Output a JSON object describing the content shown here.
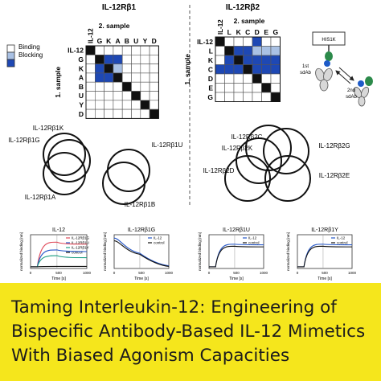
{
  "matrix_legend": {
    "items": [
      {
        "label": "Binding",
        "color": "#ffffff"
      },
      {
        "label": "Blocking",
        "color": "#a9c1e4"
      },
      {
        "label": "",
        "color": "#1e48b4"
      }
    ]
  },
  "beta1_matrix": {
    "title": "IL-12Rβ1",
    "col_axis_title": "2. sample",
    "row_axis_title": "1. sample",
    "corner_label": "IL-12",
    "columns": [
      "G",
      "K",
      "A",
      "B",
      "U",
      "Y",
      "D"
    ],
    "rows": [
      "IL-12",
      "G",
      "K",
      "A",
      "B",
      "U",
      "Y",
      "D"
    ],
    "cells": [
      [
        "",
        "",
        "",
        "",
        "",
        "",
        "",
        ""
      ],
      [
        "",
        "",
        "dark",
        "dark",
        "",
        "",
        "",
        ""
      ],
      [
        "",
        "dark",
        "",
        "light",
        "",
        "",
        "",
        ""
      ],
      [
        "",
        "dark",
        "dark",
        "",
        "",
        "",
        "",
        ""
      ],
      [
        "",
        "",
        "",
        "",
        "",
        "",
        "",
        ""
      ],
      [
        "",
        "",
        "",
        "",
        "",
        "",
        "",
        ""
      ],
      [
        "",
        "",
        "",
        "",
        "",
        "",
        "",
        ""
      ],
      [
        "",
        "",
        "",
        "",
        "",
        "",
        "",
        ""
      ]
    ]
  },
  "beta2_matrix": {
    "title": "IL-12Rβ2",
    "col_axis_title": "2. sample",
    "row_axis_title": "1. sample",
    "corner_label": "IL-12",
    "columns": [
      "L",
      "K",
      "C",
      "D",
      "E",
      "G"
    ],
    "rows": [
      "IL-12",
      "L",
      "K",
      "C",
      "D",
      "E",
      "G"
    ],
    "cells": [
      [
        "",
        "",
        "",
        "",
        "dark",
        "",
        ""
      ],
      [
        "",
        "",
        "dark",
        "dark",
        "light",
        "light",
        "light"
      ],
      [
        "",
        "dark",
        "",
        "dark",
        "dark",
        "dark",
        "dark"
      ],
      [
        "dark",
        "dark",
        "dark",
        "",
        "dark",
        "dark",
        "dark"
      ],
      [
        "",
        "",
        "",
        "",
        "",
        "",
        ""
      ],
      [
        "",
        "",
        "",
        "",
        "",
        "",
        ""
      ],
      [
        "",
        "",
        "",
        "",
        "",
        "",
        ""
      ]
    ]
  },
  "schematic": {
    "chip_label": "HIS1K",
    "first_label": "1st\nsdAb",
    "second_label": "2nd\nsdAb"
  },
  "beta1_venn": {
    "labels": [
      "IL-12Rβ1K",
      "IL-12Rβ1G",
      "IL-12Rβ1A",
      "IL-12Rβ1U",
      "IL-12Rβ1B"
    ]
  },
  "beta2_venn": {
    "labels": [
      "IL-12Rβ2C",
      "IL-12Rβ2K",
      "IL-12Rβ2D",
      "IL-12Rβ2G",
      "IL-12Rβ2E"
    ]
  },
  "sensorgrams": [
    {
      "title": "IL-12",
      "ylabel": "normalized binding [nm]",
      "xlabel": "Time [s]",
      "xticks": [
        "0",
        "500",
        "1000"
      ],
      "legend": [
        "IL-12Rβ1G",
        "IL-12Rβ1U",
        "IL-12Rβ1Y",
        "control"
      ],
      "legend_colors": [
        "#e04a5a",
        "#2456c8",
        "#1fa084",
        "#111111"
      ]
    },
    {
      "title": "IL-12Rβ1G",
      "ylabel": "normalized binding [nm]",
      "xlabel": "Time [s]",
      "xticks": [
        "0",
        "500",
        "1000"
      ],
      "legend": [
        "IL-12",
        "control"
      ],
      "legend_colors": [
        "#2456c8",
        "#111111"
      ]
    },
    {
      "title": "IL-12Rβ1U",
      "ylabel": "normalized binding [nm]",
      "xlabel": "Time [s]",
      "xticks": [
        "0",
        "500",
        "1000"
      ],
      "legend": [
        "IL-12",
        "control"
      ],
      "legend_colors": [
        "#2456c8",
        "#111111"
      ]
    },
    {
      "title": "IL-12Rβ1Y",
      "ylabel": "normalized binding [nm]",
      "xlabel": "Time [s]",
      "xticks": [
        "0",
        "500",
        "1000"
      ],
      "legend": [
        "IL-12",
        "control"
      ],
      "legend_colors": [
        "#2456c8",
        "#111111"
      ]
    }
  ],
  "banner": {
    "lines": [
      "Taming Interleukin-12: Engineering of",
      "Bispecific Antibody-Based IL-12 Mimetics",
      "With Biased Agonism Capacities"
    ]
  }
}
